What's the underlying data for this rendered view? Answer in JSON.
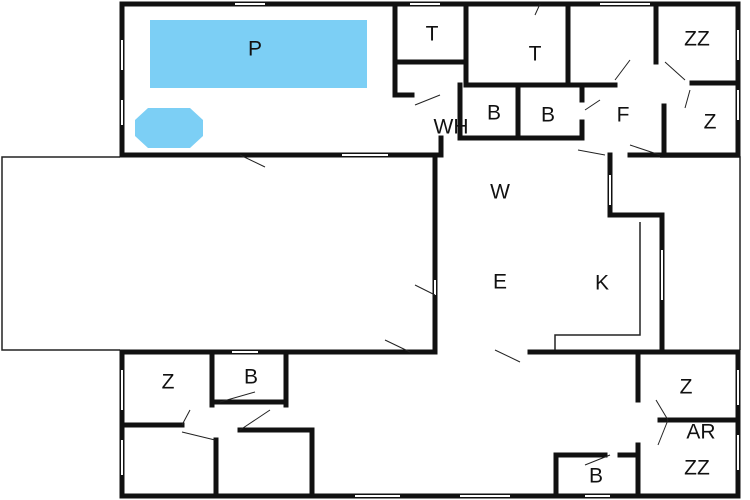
{
  "colors": {
    "pool": "#7ccff5",
    "wall": "#111111",
    "background": "#ffffff"
  },
  "rooms": [
    {
      "id": "pool",
      "label": "P"
    },
    {
      "id": "toilet-1",
      "label": "T"
    },
    {
      "id": "toilet-2",
      "label": "T"
    },
    {
      "id": "bedroom-ne-1",
      "label": "ZZ"
    },
    {
      "id": "bath-1",
      "label": "B"
    },
    {
      "id": "bath-2",
      "label": "B"
    },
    {
      "id": "f-room",
      "label": "F"
    },
    {
      "id": "bedroom-ne-2",
      "label": "Z"
    },
    {
      "id": "wh-room",
      "label": "WH"
    },
    {
      "id": "w-room",
      "label": "W"
    },
    {
      "id": "e-room",
      "label": "E"
    },
    {
      "id": "kitchen",
      "label": "K"
    },
    {
      "id": "bedroom-sw",
      "label": "Z"
    },
    {
      "id": "bath-sw",
      "label": "B"
    },
    {
      "id": "bedroom-se",
      "label": "Z"
    },
    {
      "id": "ar-room",
      "label": "AR"
    },
    {
      "id": "bedroom-se-2",
      "label": "ZZ"
    },
    {
      "id": "bath-se",
      "label": "B"
    }
  ]
}
